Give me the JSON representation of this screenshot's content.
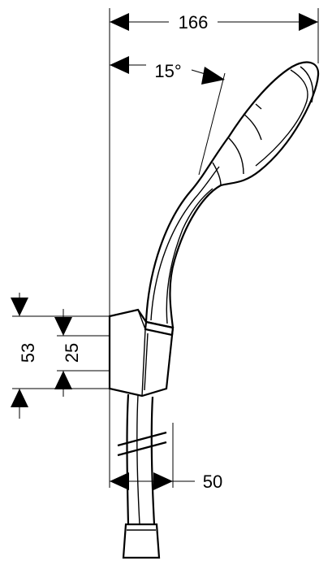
{
  "dimensions": {
    "overall_width": "166",
    "angle": "15°",
    "holder_height": "53",
    "mount_height": "25",
    "hose_width": "50"
  }
}
